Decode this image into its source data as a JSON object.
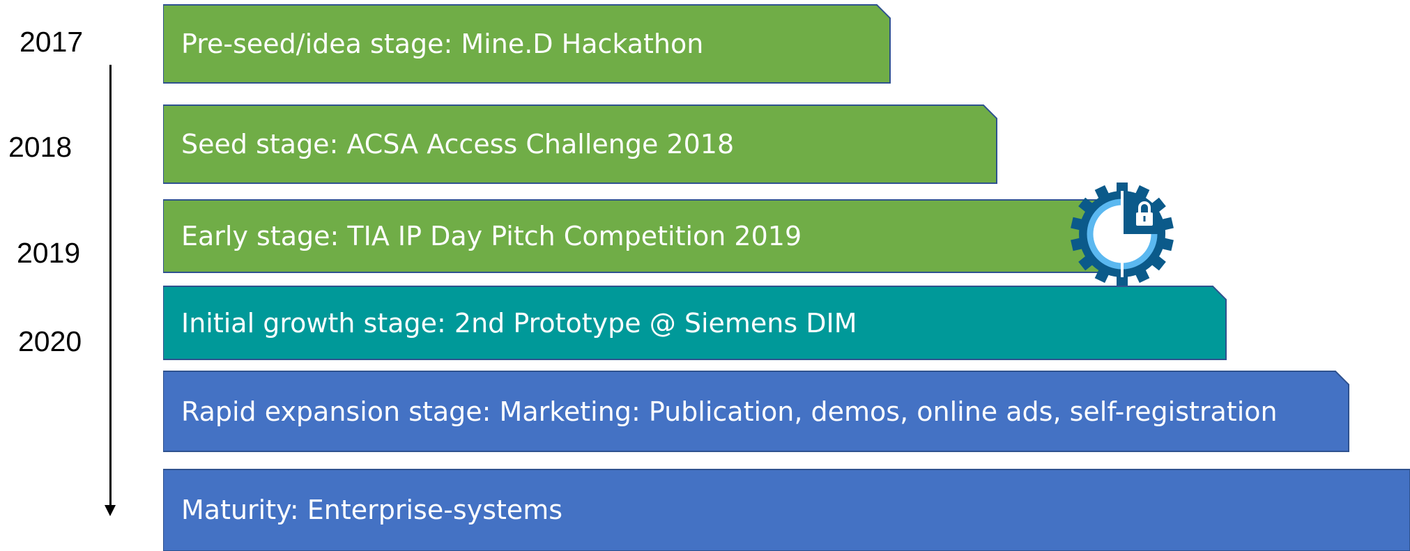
{
  "timeline": {
    "years": [
      "2017",
      "2018",
      "2019",
      "2020"
    ]
  },
  "stages": [
    {
      "label": "Pre-seed/idea stage: Mine.D Hackathon",
      "color": "#70AD47"
    },
    {
      "label": "Seed stage: ACSA Access Challenge 2018",
      "color": "#70AD47"
    },
    {
      "label": "Early stage: TIA IP Day Pitch Competition 2019",
      "color": "#70AD47"
    },
    {
      "label": "Initial growth stage: 2nd Prototype @ Siemens DIM",
      "color": "#009999"
    },
    {
      "label": "Rapid expansion stage: Marketing: Publication, demos, online ads, self-registration",
      "color": "#4472C4"
    },
    {
      "label": "Maturity: Enterprise-systems",
      "color": "#4472C4"
    }
  ],
  "colors": {
    "border": "#2F528F",
    "logo_dark": "#0B5A8A",
    "logo_light": "#5BB8F0"
  },
  "icons": {
    "logo": "gear-lock-icon"
  }
}
